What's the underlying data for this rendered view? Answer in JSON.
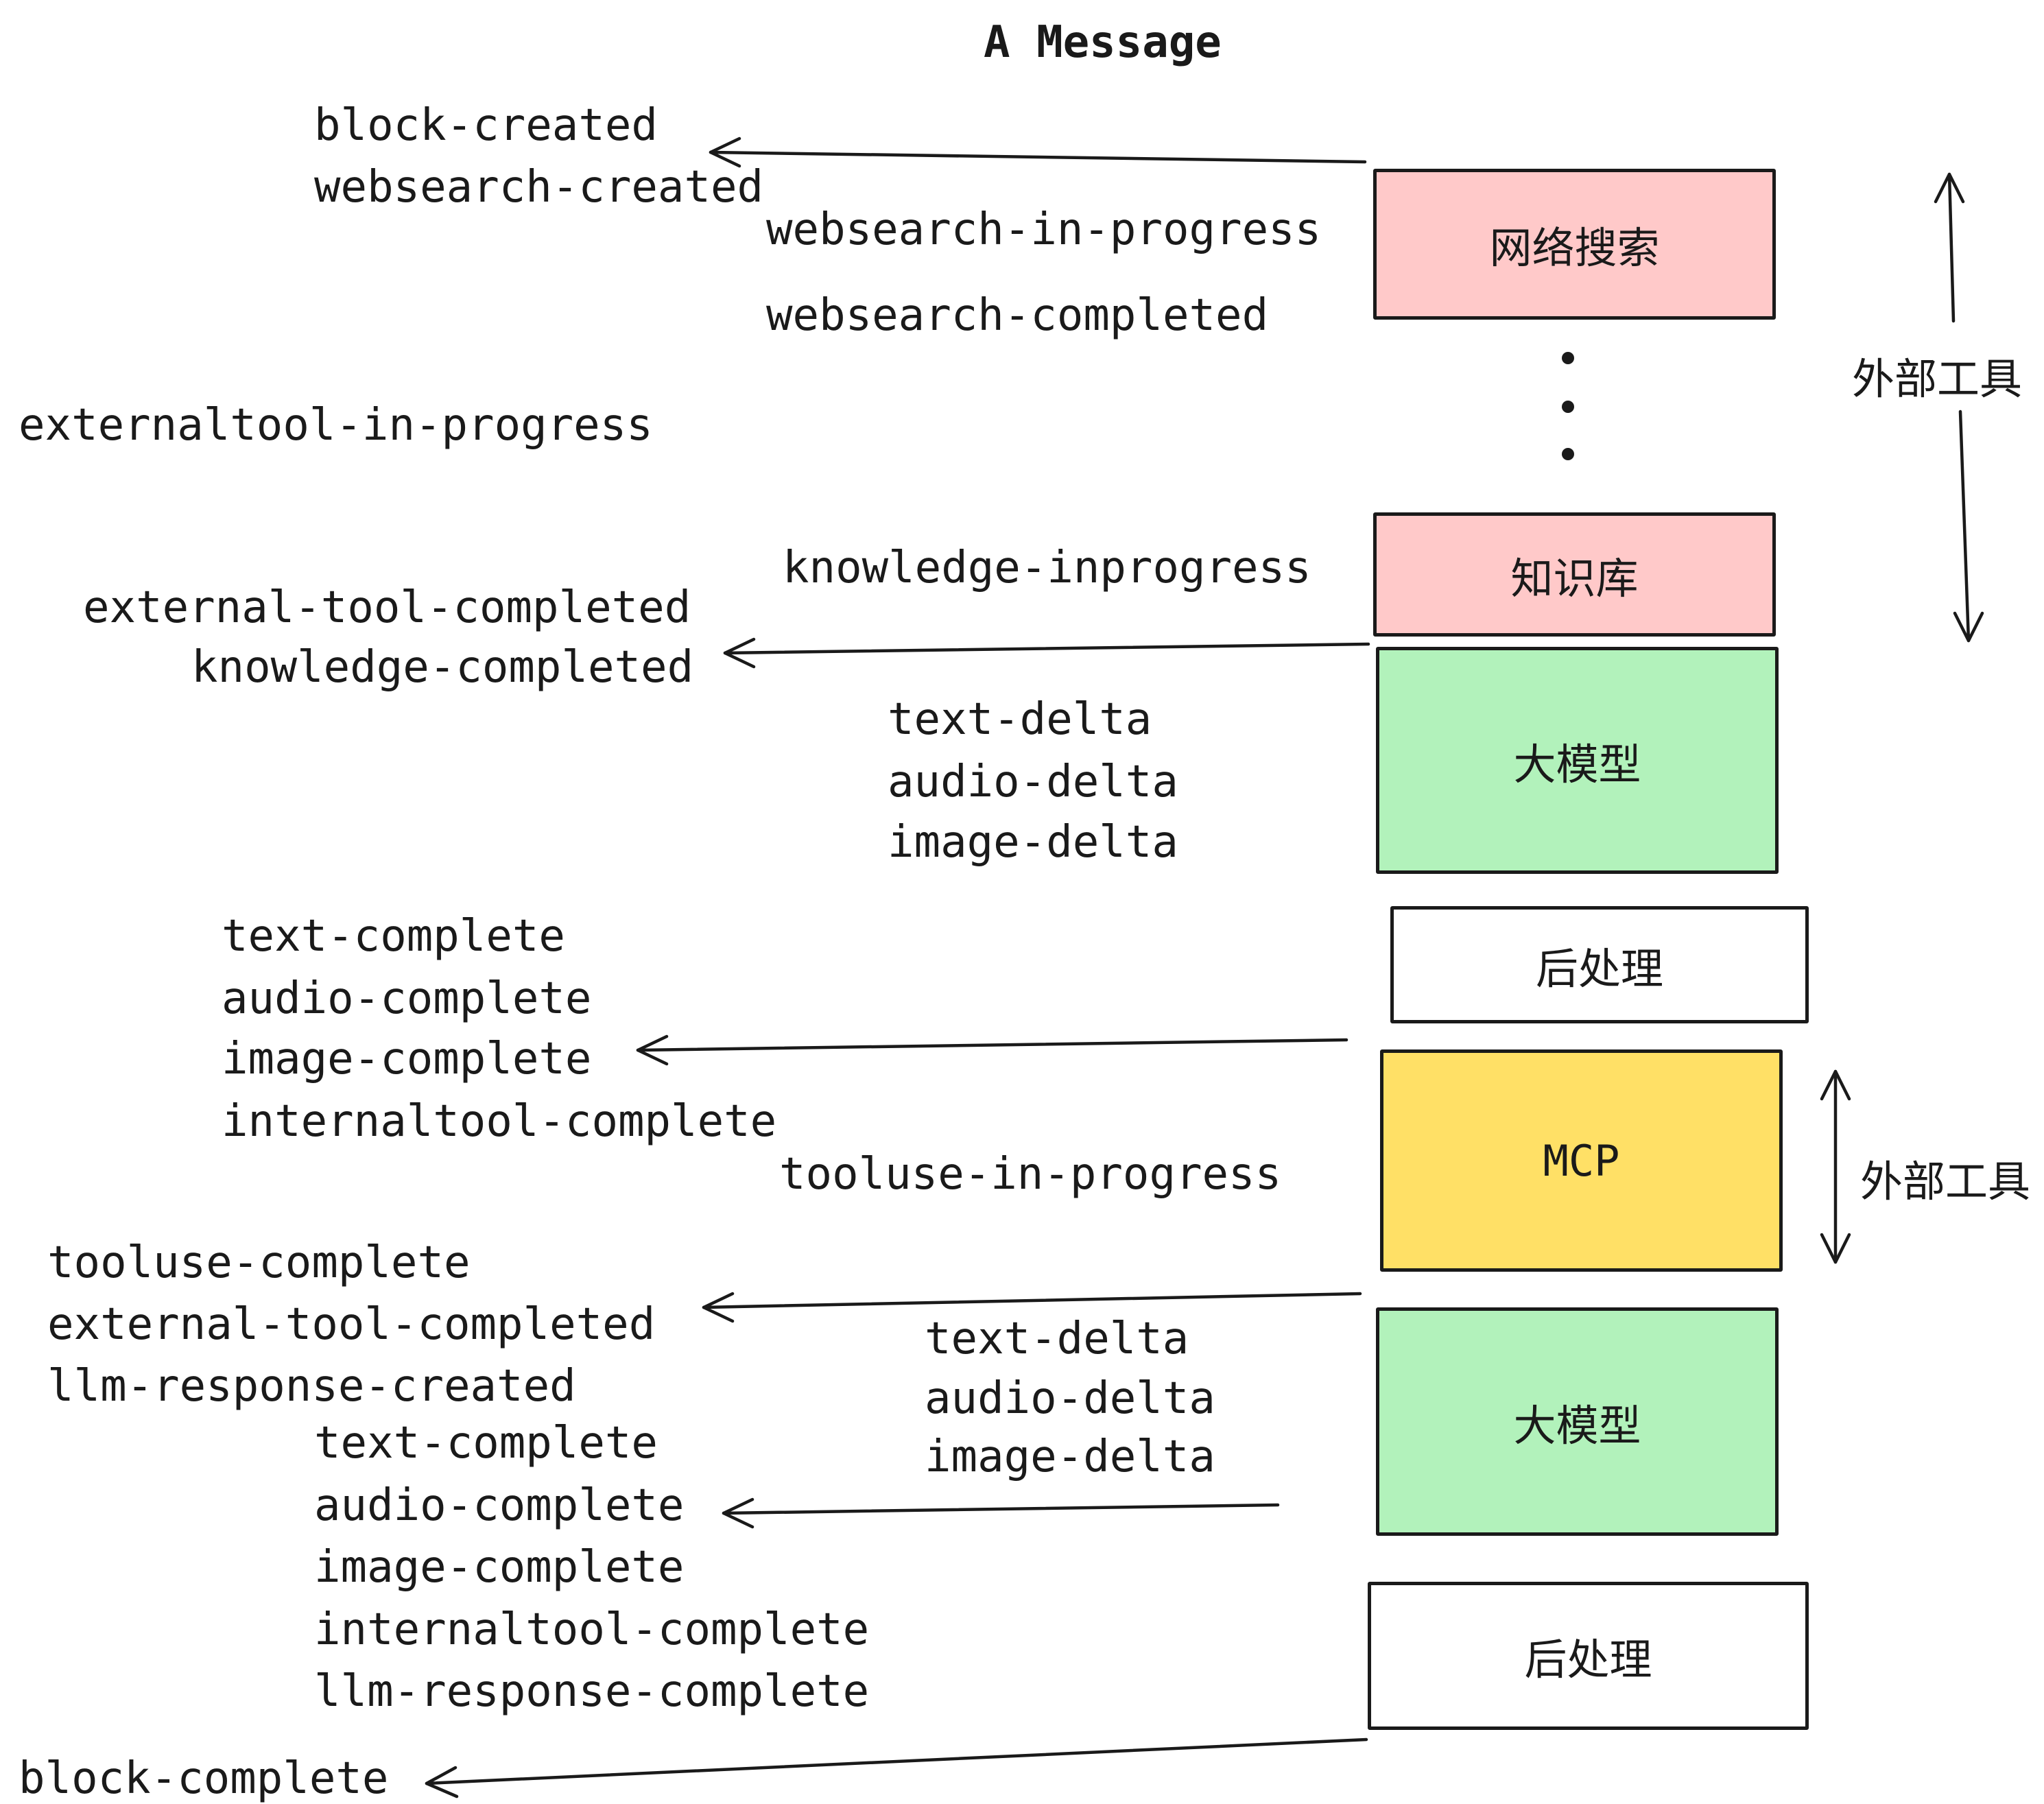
{
  "title": "A Message",
  "events": {
    "block_created": "block-created",
    "websearch_created": "websearch-created",
    "websearch_in_progress": "websearch-in-progress",
    "websearch_completed": "websearch-completed",
    "externaltool_in_progress": "externaltool-in-progress",
    "knowledge_inprogress": "knowledge-inprogress",
    "external_tool_completed_1": "external-tool-completed",
    "knowledge_completed": "knowledge-completed",
    "text_delta_1": "text-delta",
    "audio_delta_1": "audio-delta",
    "image_delta_1": "image-delta",
    "text_complete_1": "text-complete",
    "audio_complete_1": "audio-complete",
    "image_complete_1": "image-complete",
    "internaltool_complete_1": "internaltool-complete",
    "tooluse_in_progress": "tooluse-in-progress",
    "tooluse_complete": "tooluse-complete",
    "external_tool_completed_2": "external-tool-completed",
    "llm_response_created": "llm-response-created",
    "text_delta_2": "text-delta",
    "audio_delta_2": "audio-delta",
    "image_delta_2": "image-delta",
    "text_complete_2": "text-complete",
    "audio_complete_2": "audio-complete",
    "image_complete_2": "image-complete",
    "internaltool_complete_2": "internaltool-complete",
    "llm_response_complete": "llm-response-complete",
    "block_complete": "block-complete"
  },
  "boxes": {
    "websearch": {
      "label": "网络搜索",
      "fill": "#ffc9c9"
    },
    "knowledge": {
      "label": "知识库",
      "fill": "#ffc9c9"
    },
    "llm1": {
      "label": "大模型",
      "fill": "#b2f2bb"
    },
    "post1": {
      "label": "后处理",
      "fill": "#ffffff"
    },
    "mcp": {
      "label": "MCP",
      "fill": "#ffe066"
    },
    "llm2": {
      "label": "大模型",
      "fill": "#b2f2bb"
    },
    "post2": {
      "label": "后处理",
      "fill": "#ffffff"
    }
  },
  "annotations": {
    "external_tools_top": "外部工具",
    "external_tools_mid": "外部工具"
  },
  "colors": {
    "pink": "#ffc9c9",
    "green": "#b2f2bb",
    "yellow": "#ffe066",
    "white": "#ffffff",
    "stroke": "#1a1a1a"
  }
}
